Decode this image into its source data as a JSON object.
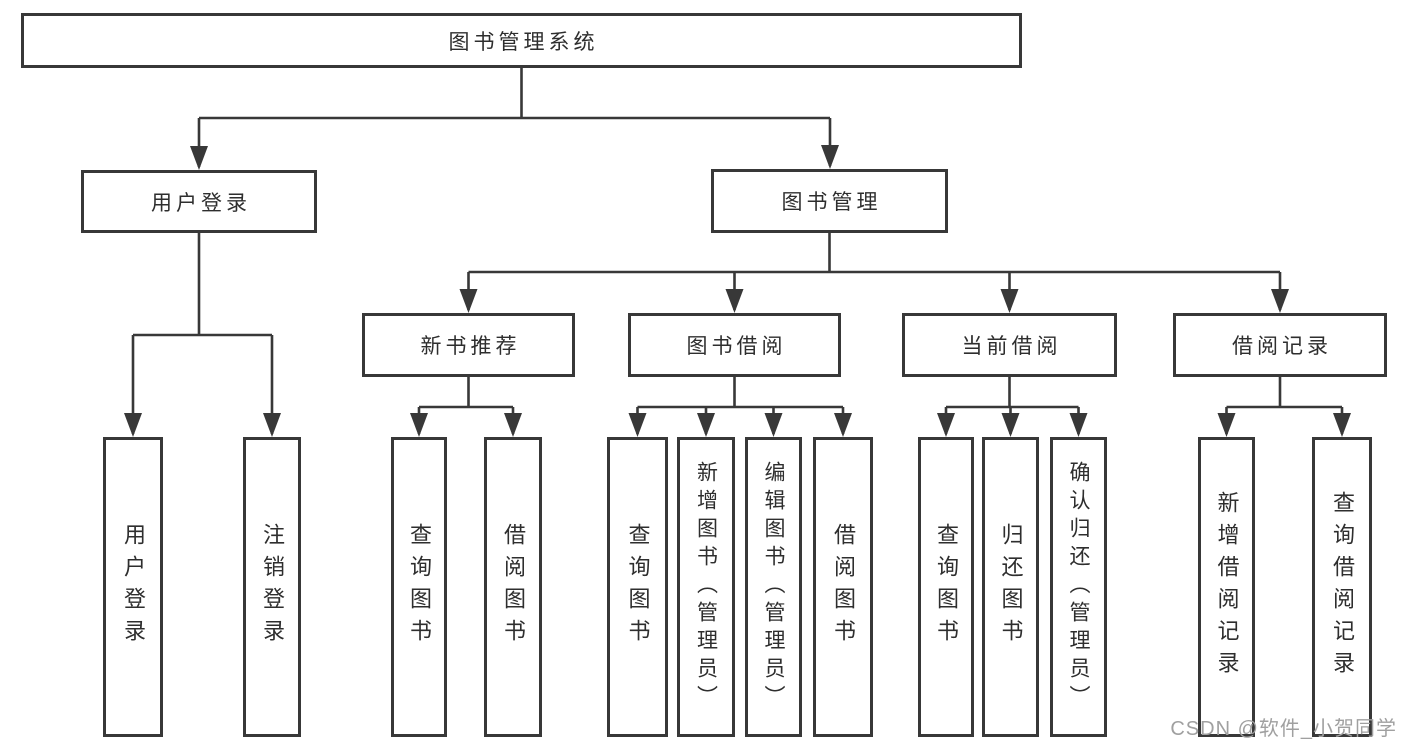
{
  "diagram": {
    "root": {
      "label": "图书管理系统",
      "children": [
        {
          "label": "用户登录",
          "children": [
            "用户登录",
            "注销登录"
          ]
        },
        {
          "label": "图书管理",
          "children": [
            {
              "label": "新书推荐",
              "children": [
                "查询图书",
                "借阅图书"
              ]
            },
            {
              "label": "图书借阅",
              "children": [
                "查询图书",
                "新增图书（管理员）",
                "编辑图书（管理员）",
                "借阅图书"
              ]
            },
            {
              "label": "当前借阅",
              "children": [
                "查询图书",
                "归还图书",
                "确认归还（管理员）"
              ]
            },
            {
              "label": "借阅记录",
              "children": [
                "新增借阅记录",
                "查询借阅记录"
              ]
            }
          ]
        }
      ]
    }
  },
  "watermark": {
    "text": "CSDN @软件_小贺同学"
  },
  "colors": {
    "line": "#383838",
    "text": "#2e2e2e",
    "watermark": "#a0a0a0",
    "background": "#ffffff"
  }
}
